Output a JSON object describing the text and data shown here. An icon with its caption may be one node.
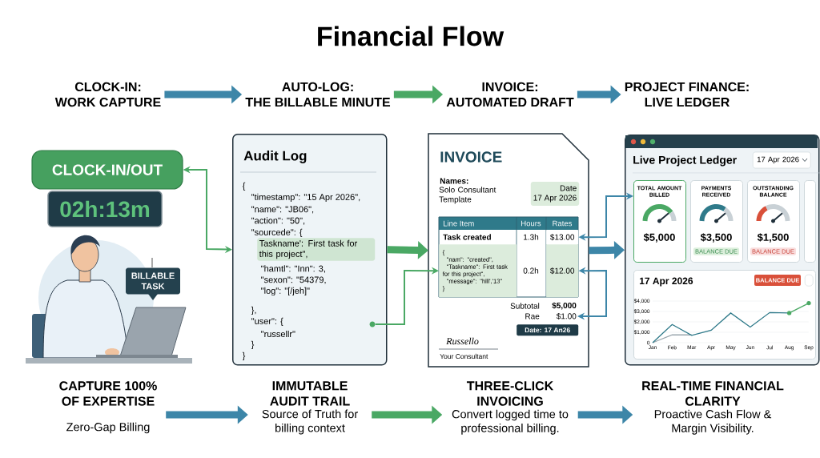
{
  "diagram": {
    "title": "Financial Flow",
    "nodes": [
      {
        "text": [
          "CLOCK-IN:",
          "WORK CAPTURE"
        ]
      },
      {
        "text": [
          "AUTO-LOG:",
          "THE BILLABLE MINUTE"
        ]
      },
      {
        "text": [
          "INVOICE:",
          "AUTOMATED DRAFT"
        ]
      },
      {
        "text": [
          "PROJECT FINANCE:",
          "LIVE LEDGER"
        ]
      },
      {
        "text": [
          "CLOCK-IN/OUT"
        ]
      },
      {
        "text": [
          "02h:13m"
        ]
      },
      {
        "text": [
          "BILLABLE TASK"
        ]
      },
      {
        "text": [
          "Audit Log",
          "{",
          "\"timestamp\": \"15 Apr 2026\",",
          "\"name\": \"JB06\",",
          "\"action\": \"50\",",
          "\"sourcede\": {",
          "\"hamtl\": \"Inn\": 3,",
          "\"sexon\": \"54379,",
          "\"log\": \"[/jeh]\"",
          "},",
          "\"user\": {",
          "\"russellr\"",
          "}",
          "}"
        ]
      },
      {
        "text": [
          "Taskname': First task for this project\","
        ],
        "in": 7
      },
      {
        "text": [
          "INVOICE",
          "Names:",
          "Solo Consultant Template",
          "Line Item",
          "Hours",
          "Rates",
          "Task created",
          "1.3h",
          "0.2h",
          "Subtotal",
          "$5,000",
          "Rae",
          "Russello",
          "Your Consultant"
        ]
      },
      {
        "text": [
          "Date",
          "17 Apr 2026"
        ],
        "in": 9
      },
      {
        "text": [
          "$13.00"
        ],
        "in": 9
      },
      {
        "text": [
          "{",
          "\"nam\": \"created\",",
          "\"Taskname\": First task for this project\",",
          "\"message\": \"hlll','13\"",
          "}"
        ],
        "in": 9
      },
      {
        "text": [
          "$12.00"
        ],
        "in": 9
      },
      {
        "text": [
          "$1.00"
        ],
        "in": 9
      },
      {
        "text": [
          "Date: 17 An26"
        ],
        "in": 9
      },
      {
        "text": [
          "Live Project Ledger"
        ]
      },
      {
        "text": [
          "17 Apr 2026"
        ],
        "in": 16
      },
      {
        "text": [
          "TOTAL AMOUNT BILLED",
          "$5,000"
        ],
        "in": 16
      },
      {
        "text": [
          "PAYMENTS RECEIVED",
          "$3,500",
          "BALANCE DUE"
        ],
        "in": 16
      },
      {
        "text": [
          "OUTSTANDING BALANCE",
          "$1,500",
          "BALANCE DUE"
        ],
        "in": 16
      },
      {
        "text": [],
        "shape": "box",
        "in": 16
      },
      {
        "text": [
          "17 Apr 2026"
        ],
        "in": 16
      },
      {
        "text": [
          "BALANCE DUE"
        ],
        "in": 22
      },
      {
        "text": [],
        "shape": "box",
        "in": 22
      },
      {
        "text": [
          "CAPTURE 100% OF EXPERTISE",
          "Zero-Gap Billing"
        ]
      },
      {
        "text": [
          "IMMUTABLE AUDIT TRAIL",
          "Source of Truth for billing context"
        ]
      },
      {
        "text": [
          "THREE-CLICK INVOICING",
          "Convert logged time to professional billing."
        ]
      },
      {
        "text": [
          "REAL-TIME FINANCIAL CLARITY",
          "Proactive Cash Flow & Margin Visibility."
        ]
      },
      {
        "text": [],
        "shape": "circle",
        "in": 7
      }
    ],
    "edges": [
      {
        "from": 0,
        "to": 1,
        "arrow": "to",
        "color": "#3d86a8"
      },
      {
        "from": 1,
        "to": 2,
        "arrow": "to",
        "color": "#4aa864"
      },
      {
        "from": 2,
        "to": 3,
        "arrow": "to",
        "color": "#3d86a8"
      },
      {
        "from": 4,
        "to": 7,
        "arrow": "both",
        "color": "#4aa864"
      },
      {
        "from": 7,
        "to": 9,
        "arrow": "to",
        "color": "#4aa864"
      },
      {
        "from": 29,
        "to": 12,
        "arrow": "to",
        "color": "#4aa864"
      },
      {
        "from": 11,
        "to": 18,
        "arrow": "both",
        "color": "#3d86a8"
      },
      {
        "from": 9,
        "to": 16,
        "arrow": "to",
        "color": "#3d86a8"
      },
      {
        "from": 13,
        "to": 14,
        "arrow": "both",
        "color": "#3d86a8"
      },
      {
        "from": 25,
        "to": 26,
        "arrow": "to",
        "color": "#3d86a8"
      },
      {
        "from": 26,
        "to": 27,
        "arrow": "to",
        "color": "#4aa864"
      },
      {
        "from": 27,
        "to": 28,
        "arrow": "to",
        "color": "#3d86a8"
      }
    ],
    "chart_data": {
      "type": "line",
      "categories": [
        "Jan",
        "Feb",
        "Mar",
        "Apr",
        "May",
        "Jun",
        "Jul",
        "Aug",
        "Sep"
      ],
      "series": [
        {
          "color": "#9aa6ad",
          "values": [
            0,
            750,
            750,
            null,
            null,
            null,
            null,
            null,
            null
          ]
        },
        {
          "color": "#2f7a8a",
          "values": [
            0,
            1750,
            700,
            1200,
            2850,
            1500,
            2900,
            2850,
            null
          ]
        },
        {
          "color": "#4aa864",
          "marker": true,
          "values": [
            null,
            null,
            null,
            null,
            null,
            null,
            null,
            2850,
            3800
          ]
        }
      ],
      "grid": true,
      "ylim": [
        0,
        4000
      ],
      "yticks": [
        0,
        {
          "value": 1000,
          "label": "$1,000"
        },
        {
          "value": 2000,
          "label": "$2,000"
        },
        {
          "value": 3000,
          "label": "$3,000"
        },
        {
          "value": 4000,
          "label": "$4,000"
        }
      ]
    }
  }
}
